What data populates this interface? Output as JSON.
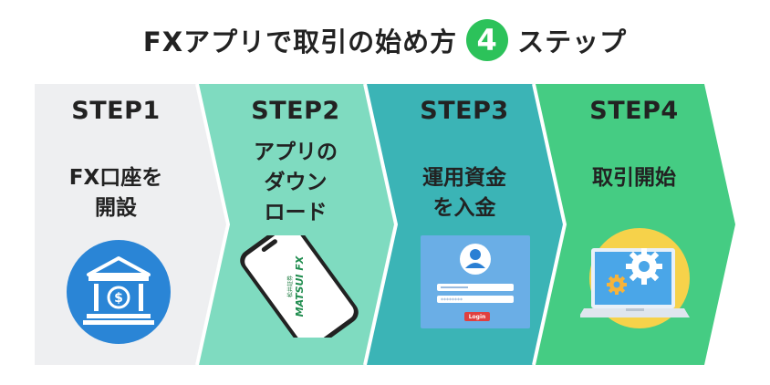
{
  "title": {
    "prefix": "FXアプリで取引の始め方",
    "number": "4",
    "suffix": "ステップ",
    "number_color": "#2cc25a"
  },
  "steps": [
    {
      "label": "STEP1",
      "text_lines": [
        "FX口座を",
        "開設"
      ],
      "color": "#eeeff1",
      "icon": "bank-icon"
    },
    {
      "label": "STEP2",
      "text_lines": [
        "アプリの",
        "ダウン",
        "ロード"
      ],
      "color": "#7fdbc0",
      "icon": "smartphone-icon",
      "app_brand": "MATSUI FX",
      "app_brand_sub": "松井証券"
    },
    {
      "label": "STEP3",
      "text_lines": [
        "運用資金",
        "を入金"
      ],
      "color": "#3bb4b6",
      "icon": "login-form-icon",
      "login_button": "Login"
    },
    {
      "label": "STEP4",
      "text_lines": [
        "取引開始"
      ],
      "color": "#45cc83",
      "icon": "laptop-gear-icon"
    }
  ]
}
